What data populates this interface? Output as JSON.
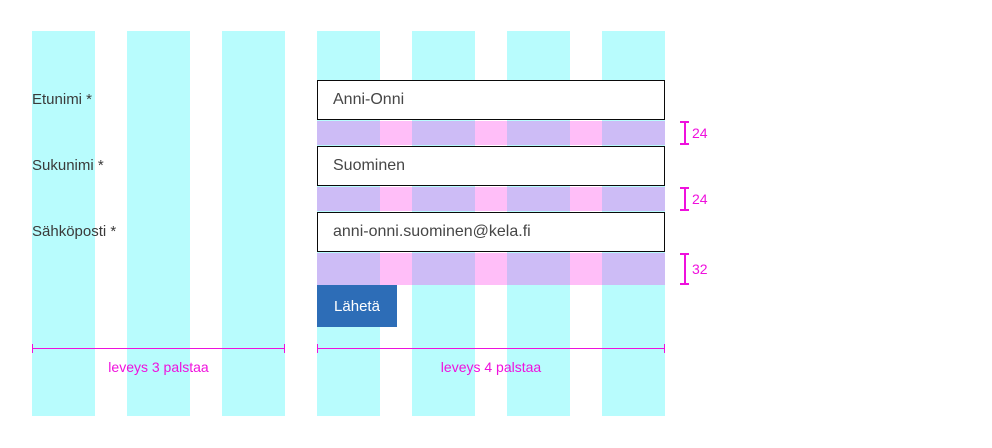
{
  "form": {
    "fields": [
      {
        "label": "Etunimi *",
        "value": "Anni-Onni"
      },
      {
        "label": "Sukunimi *",
        "value": "Suominen"
      },
      {
        "label": "Sähköposti *",
        "value": "anni-onni.suominen@kela.fi"
      }
    ],
    "submit_label": "Lähetä"
  },
  "annotations": {
    "spacings": [
      "24",
      "24",
      "32"
    ],
    "width_labels": [
      "leveys 3 palstaa",
      "leveys 4 palstaa"
    ],
    "annotation_color": "#ef10dd"
  },
  "grid": {
    "left_section_columns": 3,
    "right_section_columns": 4,
    "column_color": "#b8fcfd",
    "spacing_overlay_color": "#ff28e8",
    "button_color": "#2d6db7"
  }
}
